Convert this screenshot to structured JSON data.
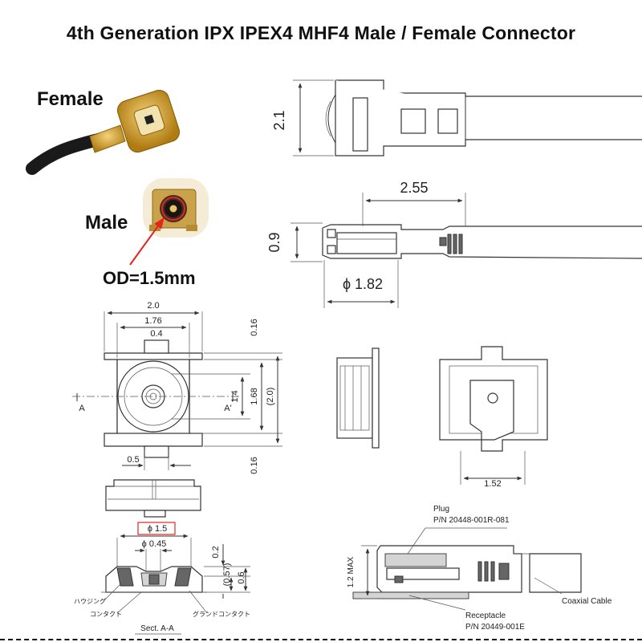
{
  "title": "4th Generation IPX IPEX4 MHF4 Male / Female Connector",
  "photo": {
    "female_label": "Female",
    "male_label": "Male",
    "od_label": "OD=1.5mm"
  },
  "side_view": {
    "height": "2.1",
    "length": "2.55",
    "profile_height": "0.9",
    "diameter": "ϕ 1.82"
  },
  "receptacle_view": {
    "width": "2.0",
    "inner_width": "1.76",
    "pin_width": "0.4",
    "top_margin": "0.16",
    "inner_height": "1.4",
    "mid_height": "1.68",
    "outer_height": "(2.0)",
    "bottom_margin": "0.16",
    "tab_width": "0.5",
    "section_left": "A",
    "section_right": "A'"
  },
  "section_view": {
    "outer_dia": "ϕ 1.5",
    "inner_dia": "ϕ 0.45",
    "top_height": "0.2",
    "mid_height": "(0.57)",
    "total_height": "0.6",
    "label_housing": "ハウジング",
    "label_contact": "コンタクト",
    "label_ground": "グランドコンタクト",
    "caption": "Sect. A-A"
  },
  "top_view": {
    "width": "1.52"
  },
  "assembly": {
    "plug_label": "Plug",
    "plug_pn": "P/N 20448-001R-081",
    "max_height": "1.2 MAX",
    "cable_label": "Coaxial Cable",
    "receptacle_label": "Receptacle",
    "receptacle_pn": "P/N 20449-001E"
  },
  "colors": {
    "callout": "#e8231e",
    "gold": "#d4a021",
    "cable": "#1a1a1a"
  }
}
